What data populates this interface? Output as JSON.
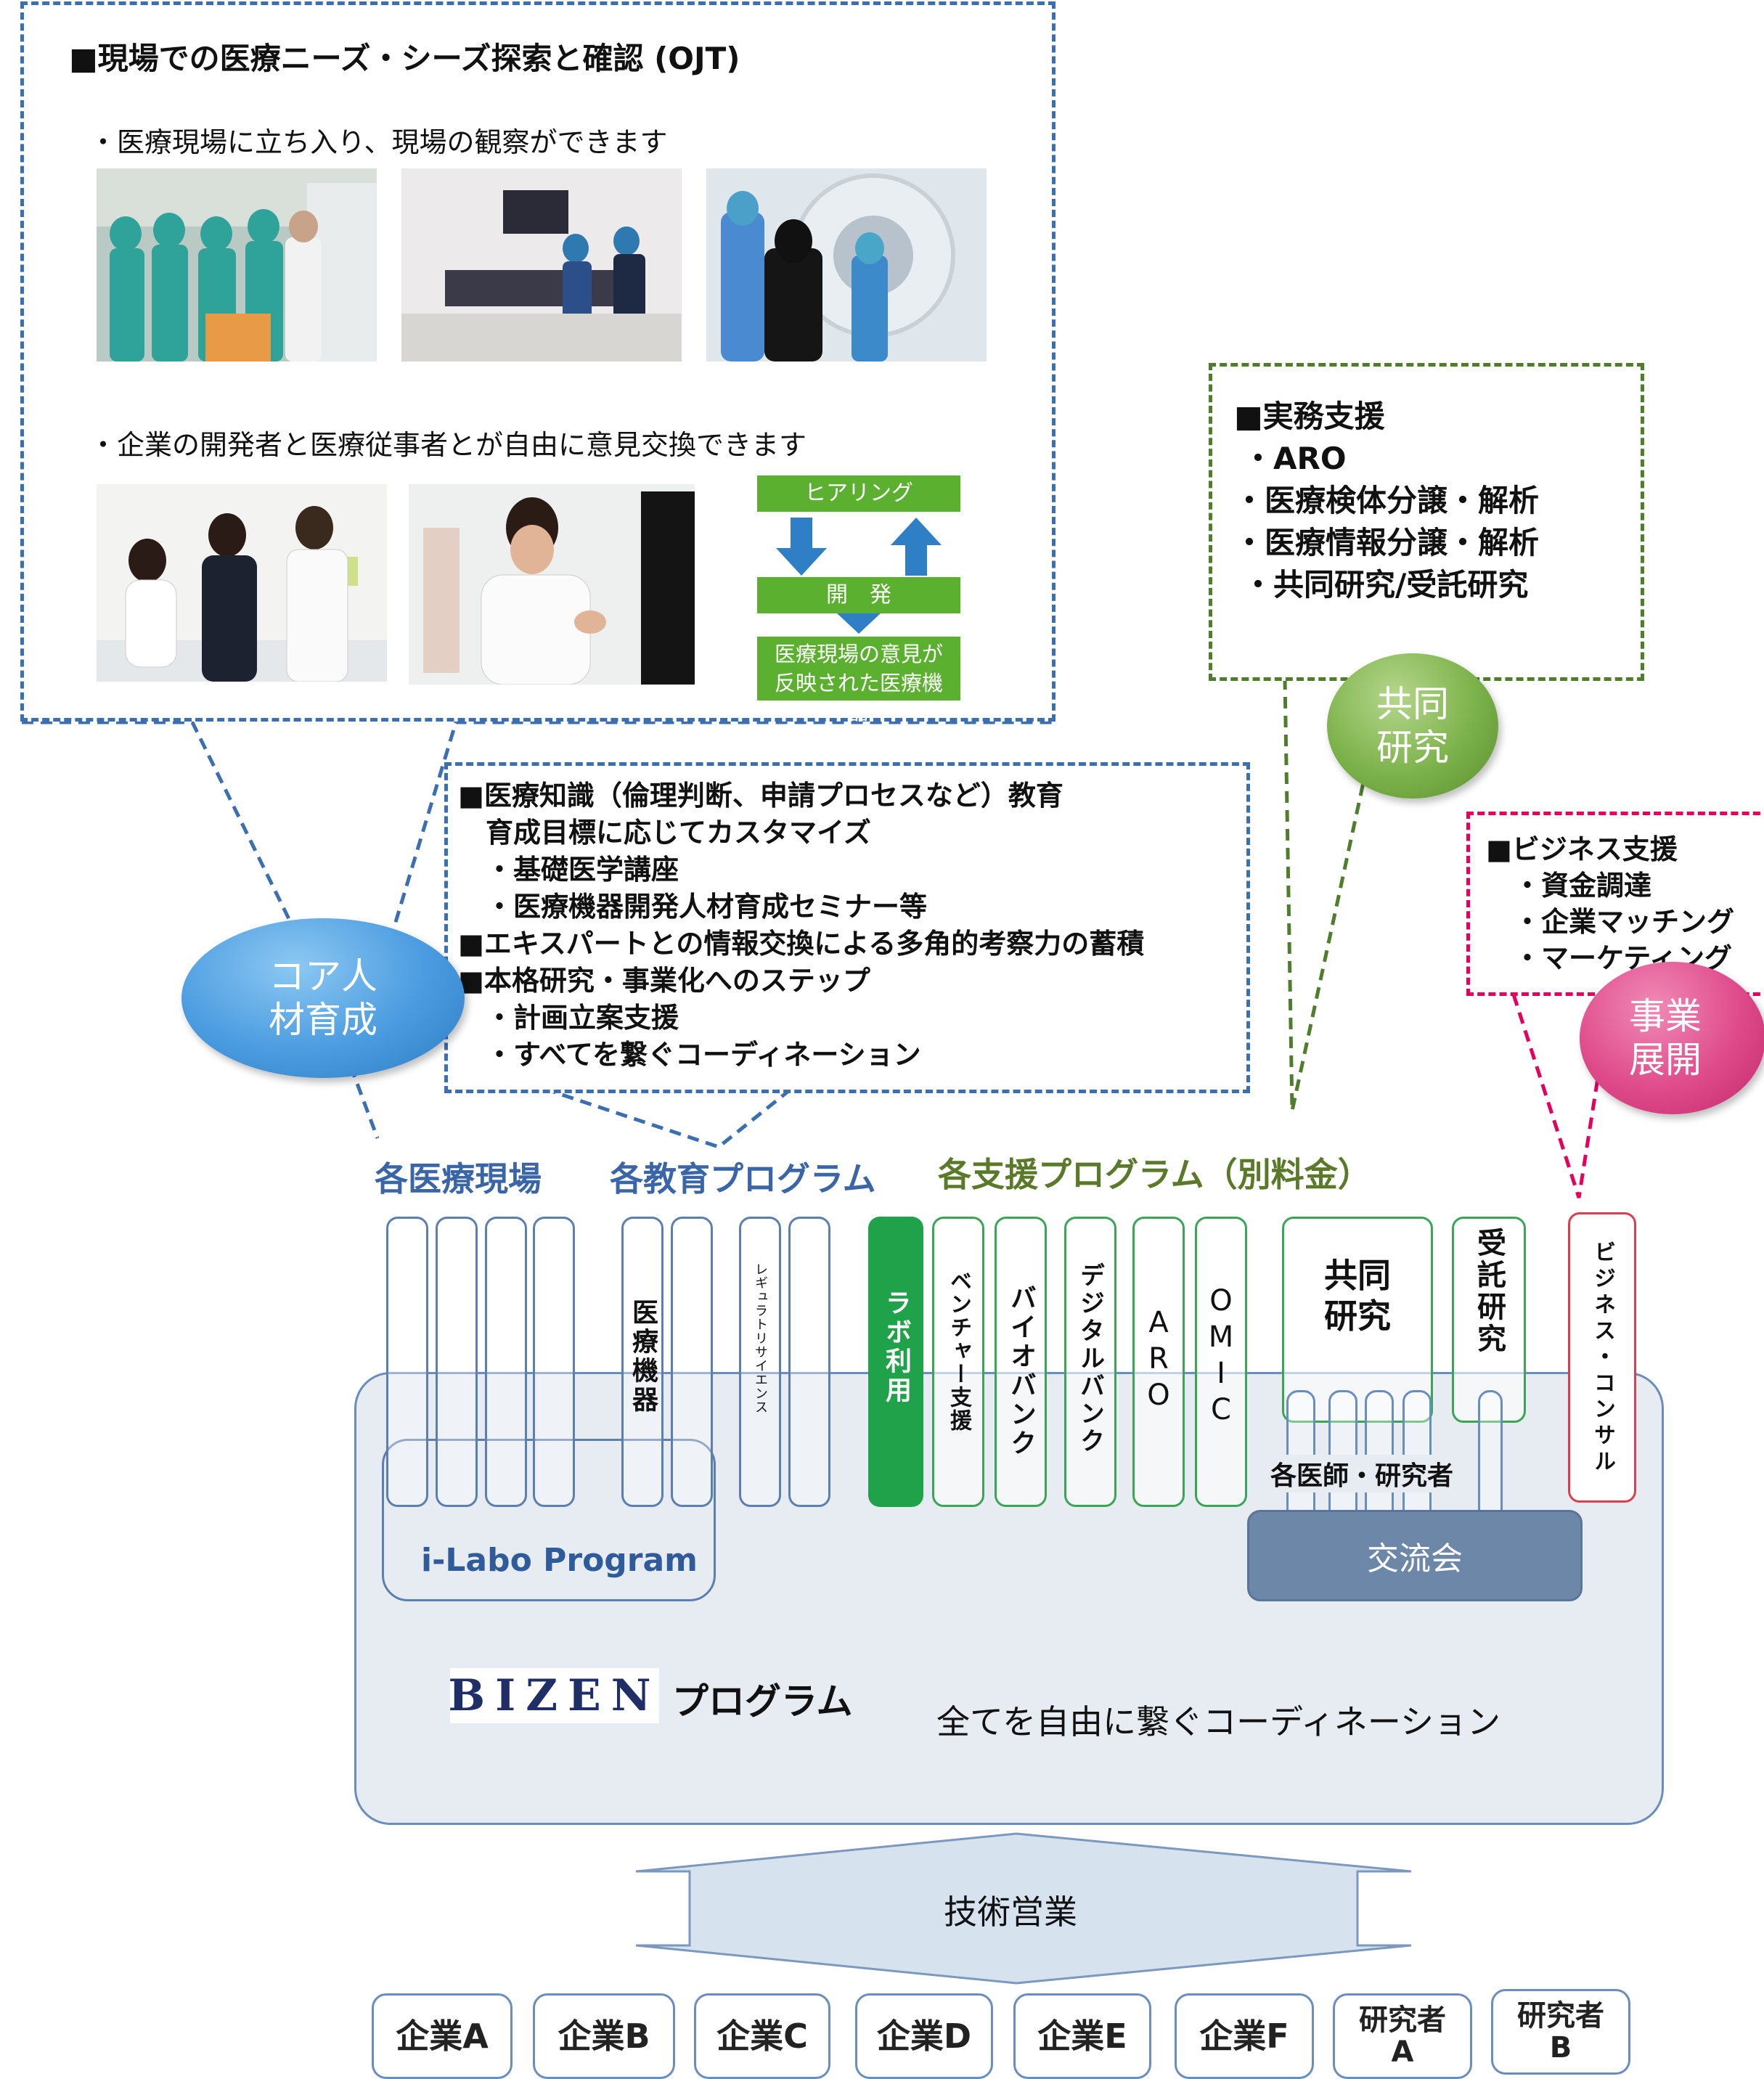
{
  "ojt_box": {
    "title": "■現場での医療ニーズ・シーズ探索と確認 (OJT)",
    "bullet1": "・医療現場に立ち入り、現場の観察ができます",
    "bullet2": "・企業の開発者と医療従事者とが自由に意見交換できます",
    "hearing_diagram": {
      "top": "ヒアリング",
      "middle": "開　発",
      "bottom": "医療現場の意見が反映された医療機器"
    }
  },
  "education_box": {
    "lines": [
      "■医療知識（倫理判断、申請プロセスなど）教育",
      "　育成目標に応じてカスタマイズ",
      "　・基礎医学講座",
      "　・医療機器開発人材育成セミナー等",
      "■エキスパートとの情報交換による多角的考察力の蓄積",
      "■本格研究・事業化へのステップ",
      "　・計画立案支援",
      "　・すべてを繋ぐコーディネーション"
    ]
  },
  "practical_box": {
    "lines": [
      "■実務支援",
      "・ARO",
      "・医療検体分譲・解析",
      "・医療情報分譲・解析",
      "・共同研究/受託研究"
    ]
  },
  "business_box": {
    "lines": [
      "■ビジネス支援",
      "　・資金調達",
      "　・企業マッチング",
      "　・マーケティング"
    ]
  },
  "bubbles": {
    "core": "コア人材育成",
    "joint": "共同研究",
    "business": "事業展開"
  },
  "headers": {
    "medical_sites": "各医療現場",
    "education": "各教育プログラム",
    "support": "各支援プログラム（別料金）"
  },
  "columns": {
    "medical_devices": "医療機器",
    "regulatory": "レギュラトリサイエンス",
    "lab_use": "ラボ利用",
    "venture": "ベンチャー支援",
    "biobank": "バイオバンク",
    "digital_bank": "デジタルバンク",
    "aro": "ARO",
    "omic": "OMIC",
    "joint_research": "共同研究",
    "contract_research": "受託研究",
    "business_consul": "ビジネス・コンサル"
  },
  "labels": {
    "doctors": "各医師・研究者",
    "exchange": "交流会",
    "ilabo": "i-Labo Program",
    "bizen_logo": "BIZEN",
    "program": "プログラム",
    "coordination": "全てを自由に繋ぐコーディネーション",
    "tech_sales": "技術営業"
  },
  "companies": [
    "企業A",
    "企業B",
    "企業C",
    "企業D",
    "企業E",
    "企業F",
    "研究者A",
    "研究者B"
  ],
  "colors": {
    "blue_dash": "#3c6fb0",
    "green_dash": "#4e7d2b",
    "pink_dash": "#e6005c",
    "header_blue": "#3a66a8",
    "header_green": "#5a7a2a"
  }
}
